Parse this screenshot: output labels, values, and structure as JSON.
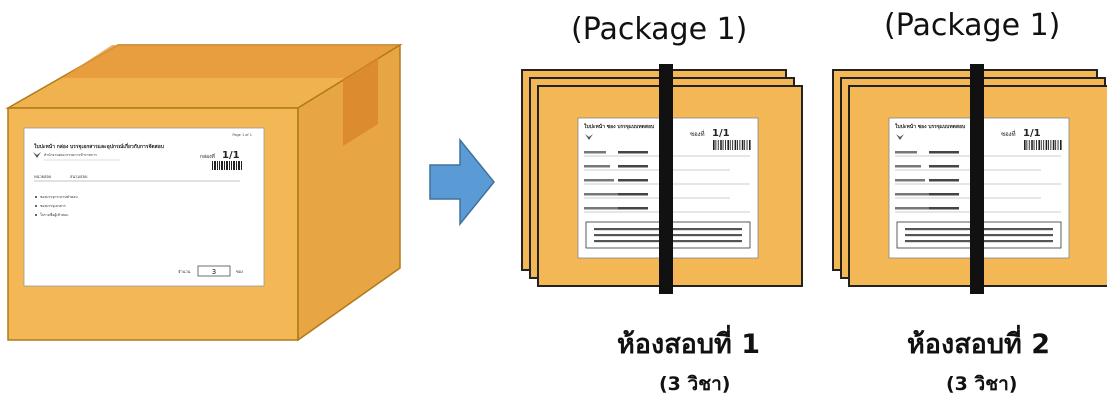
{
  "box": {
    "page_label": "Page 1 of 1",
    "title": "ใบปะหน้า กล่อง บรรจุเอกสารและอุปกรณ์เกี่ยวกับการจัดสอบ",
    "box_no_label": "กล่องที่",
    "box_no_value": "1/1",
    "agency": "สำนักงานคณะกรรมการข้าราชการ",
    "unit_label": "หน่วยสอบ",
    "unit_value": "สนามสอบ",
    "items": [
      "ซองบรรจุกระดาษคำตอบ",
      "ซองบรรจุเอกสาร",
      "ใบรายชื่อผู้เข้าสอบ"
    ],
    "count_label": "จำนวน",
    "count_value": "3",
    "count_unit": "ซอง",
    "colors": {
      "cardboard": "#f4b755",
      "tape": "#e6922b"
    }
  },
  "arrow": {
    "icon": "arrow-right-icon",
    "color": "#5b9bd5"
  },
  "packages": [
    {
      "title": "(Package 1)",
      "room": "ห้องสอบที่ 1",
      "subjects": "(3 วิชา)",
      "label_header": "ใบปะหน้า ซอง บรรจุแบบทดสอบ",
      "envelope_no_label": "ซองที่",
      "envelope_no_value": "1/1"
    },
    {
      "title": "(Package 1)",
      "room": "ห้องสอบที่ 2",
      "subjects": "(3 วิชา)",
      "label_header": "ใบปะหน้า ซอง บรรจุแบบทดสอบ",
      "envelope_no_label": "ซองที่",
      "envelope_no_value": "1/1"
    }
  ],
  "colors": {
    "package_fill": "#f4b755",
    "strap": "#111111",
    "label_bg": "#ffffff"
  }
}
